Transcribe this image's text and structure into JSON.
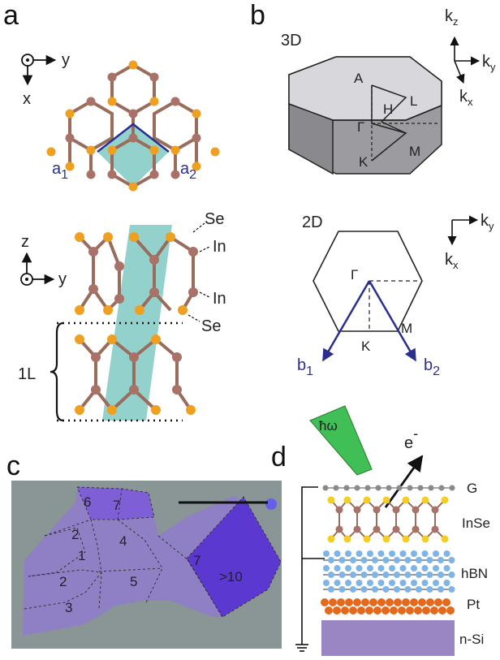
{
  "panels": {
    "a": {
      "label": "a",
      "top_axes": {
        "y": "y",
        "x": "x"
      },
      "lattice_vectors": {
        "a1_main": "a",
        "a1_sub": "1",
        "a2_main": "a",
        "a2_sub": "2"
      },
      "side_axes": {
        "z": "z",
        "y": "y"
      },
      "atoms": {
        "top_se": "Se",
        "in1": "In",
        "in2": "In",
        "bottom_se": "Se"
      },
      "layer": "1L"
    },
    "b": {
      "label": "b",
      "title_3d": "3D",
      "title_2d": "2D",
      "axes_3d": {
        "kz_main": "k",
        "kz_sub": "z",
        "ky_main": "k",
        "ky_sub": "y",
        "kx_main": "k",
        "kx_sub": "x"
      },
      "axes_2d": {
        "ky_main": "k",
        "ky_sub": "y",
        "kx_main": "k",
        "kx_sub": "x"
      },
      "points_3d": {
        "A": "A",
        "L": "L",
        "H": "H",
        "Gamma": "Γ",
        "K": "K",
        "M": "M"
      },
      "points_2d": {
        "Gamma": "Γ",
        "K": "K",
        "M": "M"
      },
      "reciprocal": {
        "b1_main": "b",
        "b1_sub": "1",
        "b2_main": "b",
        "b2_sub": "2"
      }
    },
    "c": {
      "label": "c",
      "regions": [
        "6",
        "7",
        "2",
        "1",
        "4",
        "2",
        "3",
        "5",
        "7",
        ">10"
      ]
    },
    "d": {
      "label": "d",
      "photon": "ħω",
      "electron_main": "e",
      "electron_sup": "-",
      "layers": [
        "G",
        "InSe",
        "hBN",
        "Pt",
        "n-Si"
      ]
    }
  },
  "colors": {
    "indium": "#a87268",
    "selenium": "#f0a020",
    "bond": "#9a6c5c",
    "vector": "#2a2f8f",
    "unit_cell": "#6fc2bc",
    "bz_top": "#d8d8dc",
    "bz_side": "#9c9ca0",
    "flake_bg": "#8a9596",
    "flake": "#8f7fc4",
    "flake_thick": "#5b38d0",
    "photon": "#3fbf55",
    "graphene": "#8a8a8a",
    "hbn": "#7fb5e6",
    "pt": "#e3691c",
    "si": "#9a86c2",
    "inse_se": "#f2cf22"
  }
}
